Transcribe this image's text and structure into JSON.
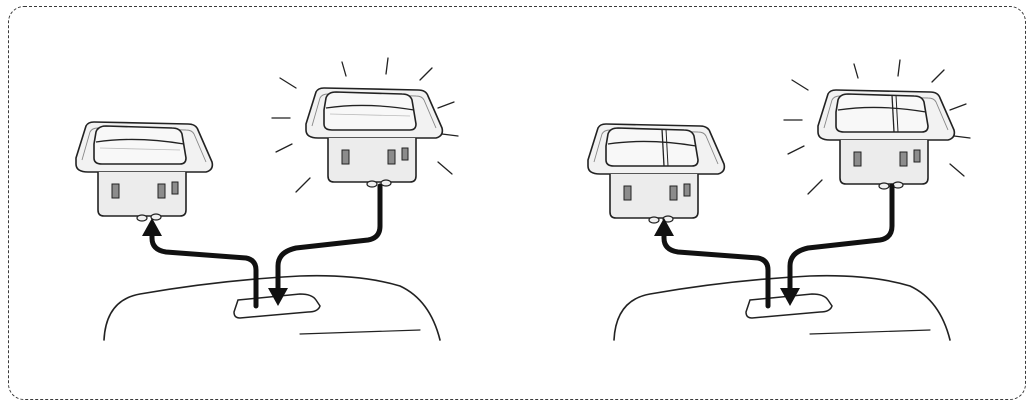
{
  "diagram": {
    "panels": [
      {
        "id": "left",
        "switch_type": "single-rocker"
      },
      {
        "id": "right",
        "switch_type": "split-rocker"
      }
    ],
    "colors": {
      "outline": "#222222",
      "border": "#3a3a3a",
      "switch_face": "#f4f4f4",
      "switch_shadow": "#d0d0d0",
      "terminal": "#8c8c8c"
    }
  }
}
